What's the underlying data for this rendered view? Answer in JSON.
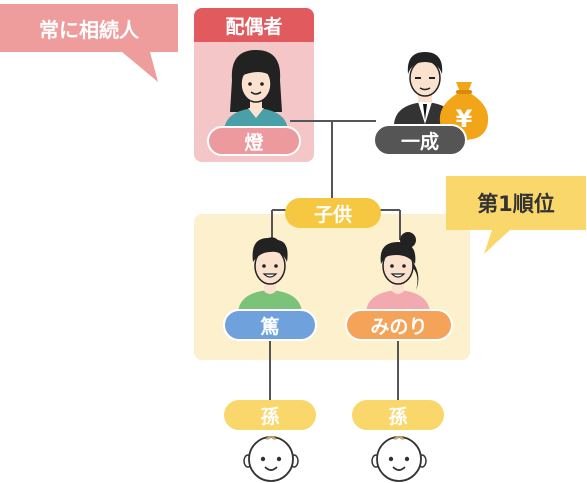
{
  "callouts": {
    "spouse_always": "常に相続人",
    "first_rank": "第1順位"
  },
  "spouse": {
    "role": "配偶者",
    "name": "燈"
  },
  "deceased": {
    "name": "一成",
    "money_symbol": "¥"
  },
  "children": {
    "role": "子供",
    "items": [
      {
        "name": "篤"
      },
      {
        "name": "みのり"
      }
    ]
  },
  "grandchildren": [
    {
      "role": "孫"
    },
    {
      "role": "孫"
    }
  ],
  "colors": {
    "spouse_red": "#e05a5e",
    "spouse_bg": "#f4c6c8",
    "spouse_name_bg": "#ec9a9e",
    "deceased_gray": "#555555",
    "money_orange": "#f2a519",
    "child_yellow": "#f6c841",
    "child_bg": "#fdf0cc",
    "child1_blue": "#6fa2dd",
    "child2_orange": "#f5a358",
    "callout_pink": "#ef9c9c",
    "callout_yellow": "#fad76a"
  },
  "icons": {
    "spouse": "woman-avatar-icon",
    "deceased": "man-avatar-icon",
    "money": "money-bag-icon",
    "child1": "boy-avatar-icon",
    "child2": "girl-avatar-icon",
    "grandchild": "baby-face-icon"
  }
}
